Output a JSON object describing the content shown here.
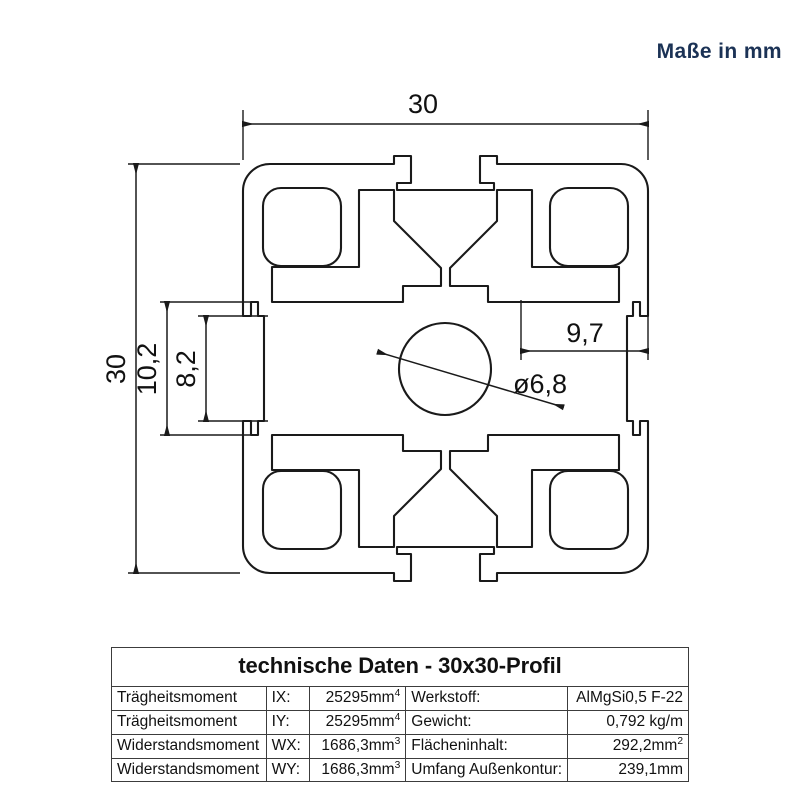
{
  "note": "Maße in mm",
  "dimensions": {
    "width_top": "30",
    "height_left": "30",
    "slot_outer": "10,2",
    "slot_inner": "8,2",
    "rib_offset": "9,7",
    "center_bore": "ø6,8"
  },
  "table": {
    "title": "technische Daten - 30x30-Profil",
    "rows": [
      {
        "label": "Trägheitsmoment",
        "symbol": "IX:",
        "value": "25295mm",
        "value_exp": "4",
        "label2": "Werkstoff:",
        "value2": "AlMgSi0,5 F-22",
        "value2_exp": ""
      },
      {
        "label": "Trägheitsmoment",
        "symbol": "IY:",
        "value": "25295mm",
        "value_exp": "4",
        "label2": "Gewicht:",
        "value2": "0,792 kg/m",
        "value2_exp": ""
      },
      {
        "label": "Widerstandsmoment",
        "symbol": "WX:",
        "value": "1686,3mm",
        "value_exp": "3",
        "label2": "Flächeninhalt:",
        "value2": "292,2mm",
        "value2_exp": "2"
      },
      {
        "label": "Widerstandsmoment",
        "symbol": "WY:",
        "value": "1686,3mm",
        "value_exp": "3",
        "label2": "Umfang Außenkontur:",
        "value2": "239,1mm",
        "value2_exp": ""
      }
    ]
  },
  "colors": {
    "note_color": "#1b3255",
    "line_color": "#1a1a1a",
    "background": "#ffffff"
  }
}
